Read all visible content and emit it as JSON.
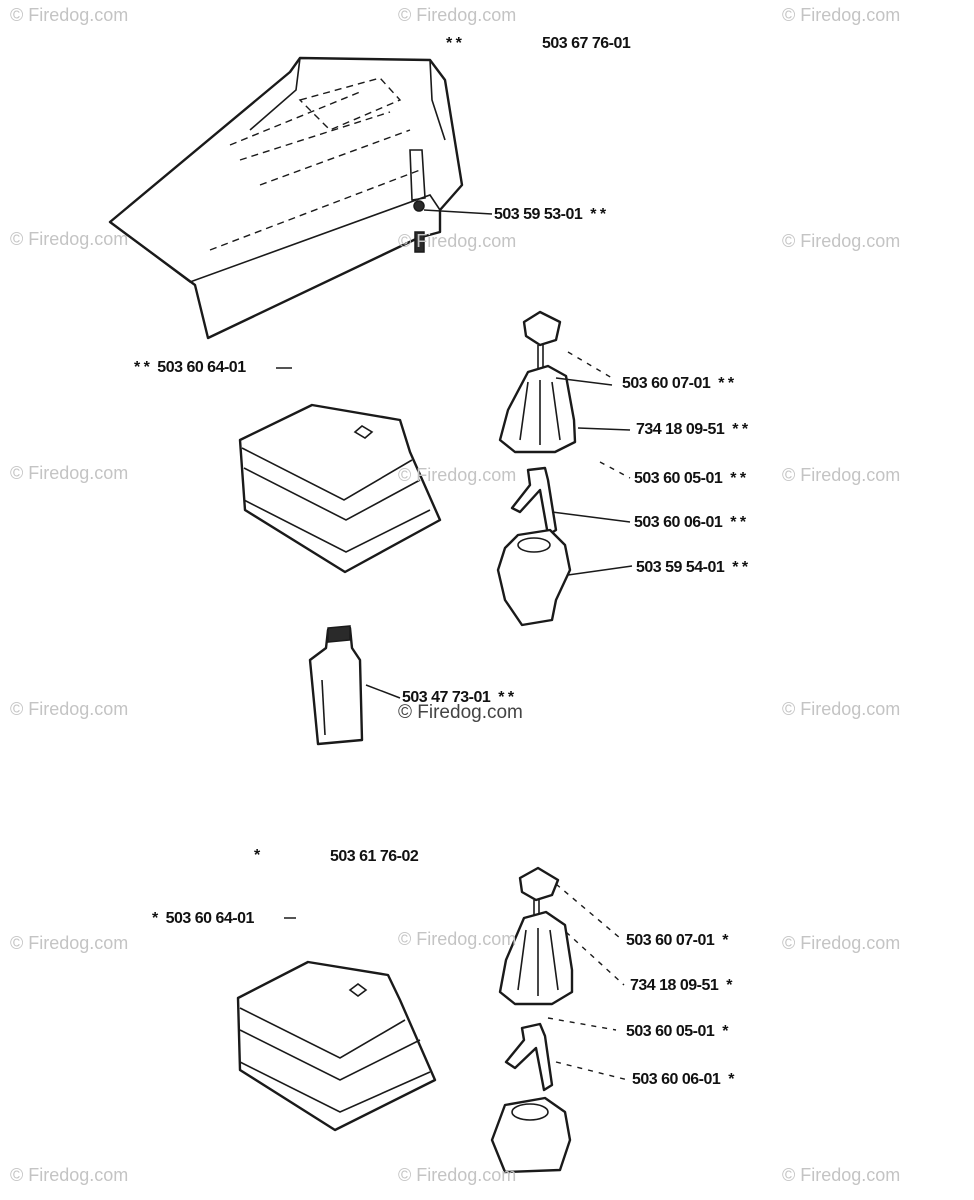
{
  "watermark": "© Firedog.com",
  "kit_top": {
    "stars": "* *",
    "kit_number": "503 67 76-01",
    "parts": [
      {
        "number": "503 59 53-01",
        "stars": "* *"
      },
      {
        "number": "503 60 64-01",
        "stars": "* *"
      },
      {
        "number": "503 60 07-01",
        "stars": "* *"
      },
      {
        "number": "734 18 09-51",
        "stars": "* *"
      },
      {
        "number": "503 60 05-01",
        "stars": "* *"
      },
      {
        "number": "503 60 06-01",
        "stars": "* *"
      },
      {
        "number": "503 59 54-01",
        "stars": "* *"
      },
      {
        "number": "503 47 73-01",
        "stars": "* *"
      }
    ]
  },
  "kit_bottom": {
    "stars": "*",
    "kit_number": "503 61 76-02",
    "parts": [
      {
        "number": "503 60 64-01",
        "stars": "*"
      },
      {
        "number": "503 60 07-01",
        "stars": "*"
      },
      {
        "number": "734 18 09-51",
        "stars": "*"
      },
      {
        "number": "503 60 05-01",
        "stars": "*"
      },
      {
        "number": "503 60 06-01",
        "stars": "*"
      }
    ]
  }
}
